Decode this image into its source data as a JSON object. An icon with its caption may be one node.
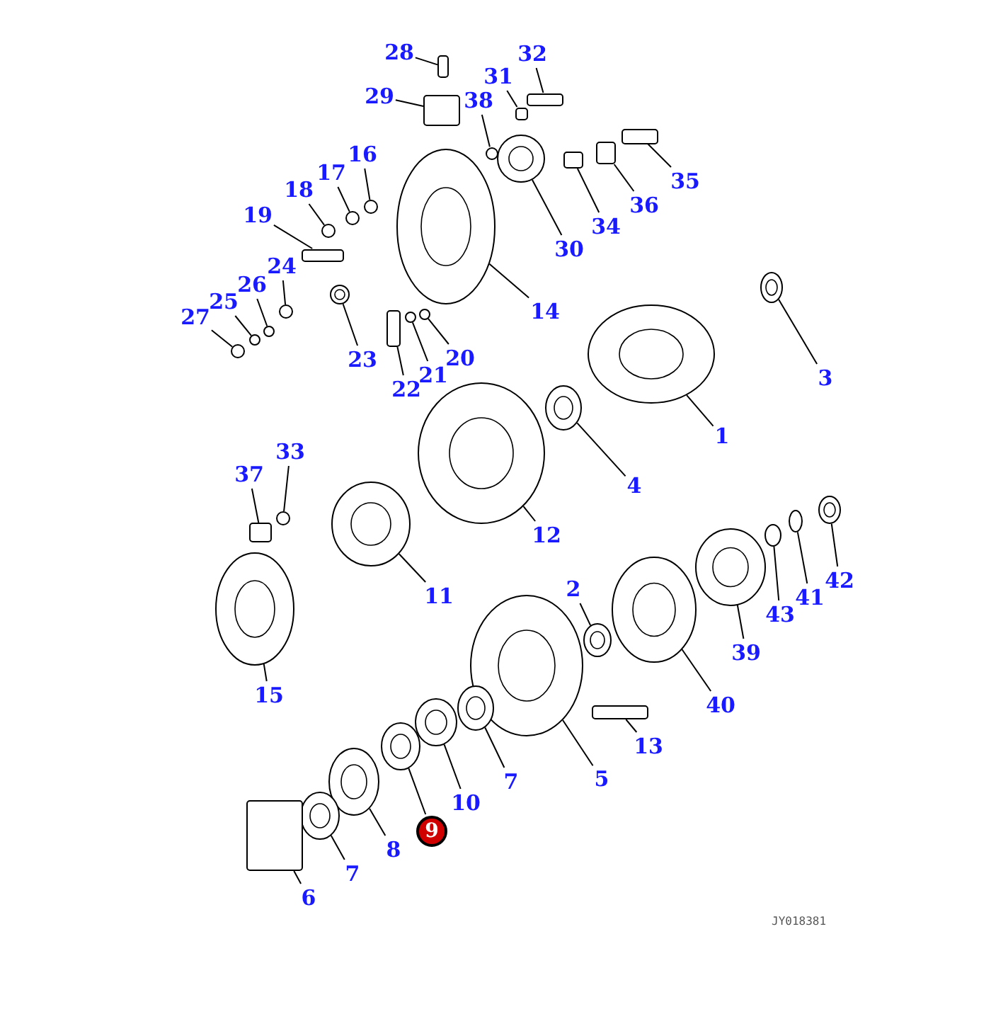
{
  "diagram": {
    "nodes": [
      {
        "text": [
          "28"
        ]
      },
      {
        "text": [],
        "shape": "box"
      },
      {
        "text": [
          "32"
        ]
      },
      {
        "text": [],
        "shape": "box"
      },
      {
        "text": [
          "31"
        ]
      },
      {
        "text": [],
        "shape": "box"
      },
      {
        "text": [
          "29"
        ]
      },
      {
        "text": [],
        "shape": "box"
      },
      {
        "text": [
          "38"
        ]
      },
      {
        "text": [],
        "shape": "circle"
      },
      {
        "text": [
          "16"
        ]
      },
      {
        "text": [],
        "shape": "circle"
      },
      {
        "text": [
          "17"
        ]
      },
      {
        "text": [],
        "shape": "circle"
      },
      {
        "text": [
          "18"
        ]
      },
      {
        "text": [],
        "shape": "circle"
      },
      {
        "text": [
          "35"
        ]
      },
      {
        "text": [],
        "shape": "box"
      },
      {
        "text": [
          "36"
        ]
      },
      {
        "text": [],
        "shape": "box"
      },
      {
        "text": [
          "19"
        ]
      },
      {
        "text": [],
        "shape": "box"
      },
      {
        "text": [
          "34"
        ]
      },
      {
        "text": [],
        "shape": "box"
      },
      {
        "text": [
          "30"
        ]
      },
      {
        "text": [],
        "shape": "circle"
      },
      {
        "text": [
          "24"
        ]
      },
      {
        "text": [],
        "shape": "circle"
      },
      {
        "text": [
          "26"
        ]
      },
      {
        "text": [],
        "shape": "circle"
      },
      {
        "text": [
          "25"
        ]
      },
      {
        "text": [],
        "shape": "circle"
      },
      {
        "text": [
          "27"
        ]
      },
      {
        "text": [],
        "shape": "circle"
      },
      {
        "text": [
          "14"
        ]
      },
      {
        "text": [],
        "shape": "circle"
      },
      {
        "text": [
          "23"
        ]
      },
      {
        "text": [],
        "shape": "circle"
      },
      {
        "text": [
          "20"
        ]
      },
      {
        "text": [],
        "shape": "circle"
      },
      {
        "text": [
          "21"
        ]
      },
      {
        "text": [],
        "shape": "circle"
      },
      {
        "text": [
          "22"
        ]
      },
      {
        "text": [],
        "shape": "box"
      },
      {
        "text": [
          "3"
        ]
      },
      {
        "text": [],
        "shape": "circle"
      },
      {
        "text": [
          "1"
        ]
      },
      {
        "text": [],
        "shape": "circle"
      },
      {
        "text": [
          "4"
        ]
      },
      {
        "text": [],
        "shape": "circle"
      },
      {
        "text": [
          "33"
        ]
      },
      {
        "text": [],
        "shape": "circle"
      },
      {
        "text": [
          "37"
        ]
      },
      {
        "text": [],
        "shape": "box"
      },
      {
        "text": [
          "12"
        ]
      },
      {
        "text": [],
        "shape": "circle"
      },
      {
        "text": [
          "11"
        ]
      },
      {
        "text": [],
        "shape": "circle"
      },
      {
        "text": [
          "15"
        ]
      },
      {
        "text": [],
        "shape": "circle"
      },
      {
        "text": [
          "2"
        ]
      },
      {
        "text": [],
        "shape": "circle"
      },
      {
        "text": [
          "39"
        ]
      },
      {
        "text": [],
        "shape": "circle"
      },
      {
        "text": [
          "43"
        ]
      },
      {
        "text": [],
        "shape": "circle"
      },
      {
        "text": [
          "41"
        ]
      },
      {
        "text": [],
        "shape": "circle"
      },
      {
        "text": [
          "42"
        ]
      },
      {
        "text": [],
        "shape": "circle"
      },
      {
        "text": [
          "40"
        ]
      },
      {
        "text": [],
        "shape": "circle"
      },
      {
        "text": [
          "13"
        ]
      },
      {
        "text": [],
        "shape": "box"
      },
      {
        "text": [
          "5"
        ]
      },
      {
        "text": [],
        "shape": "circle"
      },
      {
        "text": [
          "7"
        ]
      },
      {
        "text": [],
        "shape": "circle"
      },
      {
        "text": [
          "10"
        ]
      },
      {
        "text": [],
        "shape": "circle"
      },
      {
        "text": [
          "9"
        ]
      },
      {
        "text": [],
        "shape": "circle"
      },
      {
        "text": [
          "8"
        ]
      },
      {
        "text": [],
        "shape": "circle"
      },
      {
        "text": [
          "7"
        ]
      },
      {
        "text": [],
        "shape": "circle"
      },
      {
        "text": [
          "6"
        ]
      },
      {
        "text": [],
        "shape": "box"
      }
    ],
    "edges": [
      {
        "from": 0,
        "to": 1,
        "arrow": "none"
      },
      {
        "from": 2,
        "to": 3,
        "arrow": "none"
      },
      {
        "from": 4,
        "to": 5,
        "arrow": "none"
      },
      {
        "from": 6,
        "to": 7,
        "arrow": "none"
      },
      {
        "from": 8,
        "to": 9,
        "arrow": "none"
      },
      {
        "from": 10,
        "to": 11,
        "arrow": "none"
      },
      {
        "from": 12,
        "to": 13,
        "arrow": "none"
      },
      {
        "from": 14,
        "to": 15,
        "arrow": "none"
      },
      {
        "from": 16,
        "to": 17,
        "arrow": "none"
      },
      {
        "from": 18,
        "to": 19,
        "arrow": "none"
      },
      {
        "from": 20,
        "to": 21,
        "arrow": "none"
      },
      {
        "from": 22,
        "to": 23,
        "arrow": "none"
      },
      {
        "from": 24,
        "to": 25,
        "arrow": "none"
      },
      {
        "from": 26,
        "to": 27,
        "arrow": "none"
      },
      {
        "from": 28,
        "to": 29,
        "arrow": "none"
      },
      {
        "from": 30,
        "to": 31,
        "arrow": "none"
      },
      {
        "from": 32,
        "to": 33,
        "arrow": "none"
      },
      {
        "from": 34,
        "to": 35,
        "arrow": "none"
      },
      {
        "from": 36,
        "to": 37,
        "arrow": "none"
      },
      {
        "from": 38,
        "to": 39,
        "arrow": "none"
      },
      {
        "from": 40,
        "to": 41,
        "arrow": "none"
      },
      {
        "from": 42,
        "to": 43,
        "arrow": "none"
      },
      {
        "from": 44,
        "to": 45,
        "arrow": "none"
      },
      {
        "from": 46,
        "to": 47,
        "arrow": "none"
      },
      {
        "from": 48,
        "to": 49,
        "arrow": "none"
      },
      {
        "from": 50,
        "to": 51,
        "arrow": "none"
      },
      {
        "from": 52,
        "to": 53,
        "arrow": "none"
      },
      {
        "from": 54,
        "to": 55,
        "arrow": "none"
      },
      {
        "from": 56,
        "to": 57,
        "arrow": "none"
      },
      {
        "from": 58,
        "to": 59,
        "arrow": "none"
      },
      {
        "from": 60,
        "to": 61,
        "arrow": "none"
      },
      {
        "from": 62,
        "to": 63,
        "arrow": "none"
      },
      {
        "from": 64,
        "to": 65,
        "arrow": "none"
      },
      {
        "from": 66,
        "to": 67,
        "arrow": "none"
      },
      {
        "from": 68,
        "to": 69,
        "arrow": "none"
      },
      {
        "from": 70,
        "to": 71,
        "arrow": "none"
      },
      {
        "from": 72,
        "to": 73,
        "arrow": "none"
      },
      {
        "from": 74,
        "to": 75,
        "arrow": "none"
      },
      {
        "from": 76,
        "to": 77,
        "arrow": "none"
      },
      {
        "from": 78,
        "to": 79,
        "arrow": "none"
      },
      {
        "from": 80,
        "to": 81,
        "arrow": "none"
      },
      {
        "from": 82,
        "to": 83,
        "arrow": "none"
      },
      {
        "from": 84,
        "to": 85,
        "arrow": "none"
      },
      {
        "from": 86,
        "to": 87,
        "arrow": "none"
      }
    ],
    "labels": [
      "JY018381"
    ]
  }
}
